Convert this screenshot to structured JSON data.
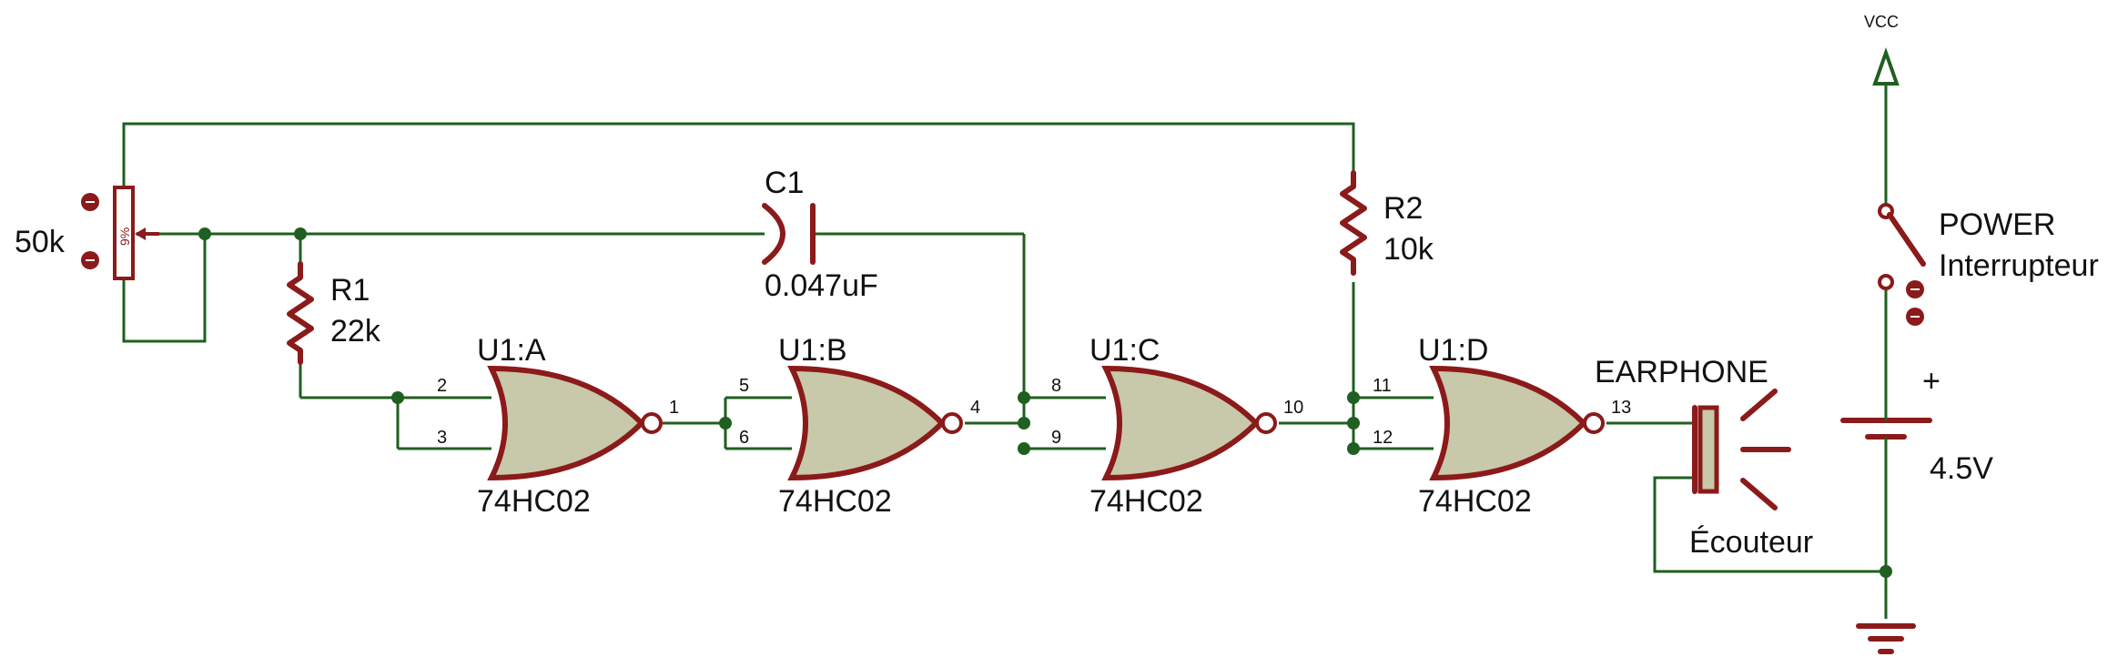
{
  "potentiometer": {
    "value": "50k",
    "percent": "9%"
  },
  "r1": {
    "ref": "R1",
    "value": "22k"
  },
  "r2": {
    "ref": "R2",
    "value": "10k"
  },
  "c1": {
    "ref": "C1",
    "value": "0.047uF"
  },
  "gates": [
    {
      "ref": "U1:A",
      "part": "74HC02",
      "pins": [
        "2",
        "3",
        "1"
      ]
    },
    {
      "ref": "U1:B",
      "part": "74HC02",
      "pins": [
        "5",
        "6",
        "4"
      ]
    },
    {
      "ref": "U1:C",
      "part": "74HC02",
      "pins": [
        "8",
        "9",
        "10"
      ]
    },
    {
      "ref": "U1:D",
      "part": "74HC02",
      "pins": [
        "11",
        "12",
        "13"
      ]
    }
  ],
  "earphone": {
    "ref": "EARPHONE",
    "desc": "Écouteur"
  },
  "power_switch": {
    "ref": "POWER",
    "desc": "Interrupteur"
  },
  "battery": {
    "value": "4.5V",
    "polarity": "+"
  },
  "vcc": {
    "label": "VCC"
  }
}
